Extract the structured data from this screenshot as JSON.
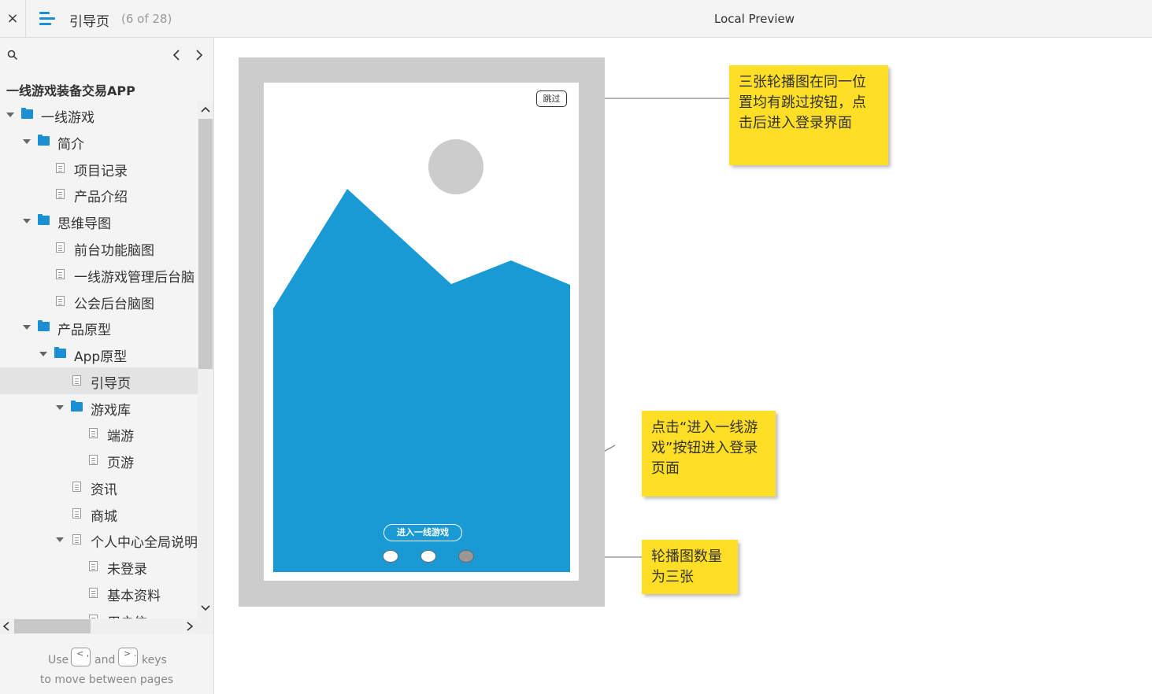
{
  "topbar": {
    "close_symbol": "×",
    "page_title": "引导页",
    "page_count": "(6 of 28)",
    "preview_title": "Local Preview"
  },
  "sidebar": {
    "project_title": "一线游戏装备交易APP",
    "tree": [
      {
        "label": "一线游戏",
        "type": "folder",
        "expanded": true
      },
      {
        "label": "简介",
        "type": "folder",
        "expanded": true
      },
      {
        "label": "项目记录",
        "type": "page"
      },
      {
        "label": "产品介绍",
        "type": "page"
      },
      {
        "label": "思维导图",
        "type": "folder",
        "expanded": true
      },
      {
        "label": "前台功能脑图",
        "type": "page"
      },
      {
        "label": "一线游戏管理后台脑",
        "type": "page"
      },
      {
        "label": "公会后台脑图",
        "type": "page"
      },
      {
        "label": "产品原型",
        "type": "folder",
        "expanded": true
      },
      {
        "label": "App原型",
        "type": "folder",
        "expanded": true
      },
      {
        "label": "引导页",
        "type": "page",
        "selected": true
      },
      {
        "label": "游戏库",
        "type": "folder",
        "expanded": true
      },
      {
        "label": "端游",
        "type": "page"
      },
      {
        "label": "页游",
        "type": "page"
      },
      {
        "label": "资讯",
        "type": "page"
      },
      {
        "label": "商城",
        "type": "page"
      },
      {
        "label": "个人中心全局说明",
        "type": "page",
        "expanded": true
      },
      {
        "label": "未登录",
        "type": "page"
      },
      {
        "label": "基本资料",
        "type": "page"
      },
      {
        "label": "用户信",
        "type": "page"
      }
    ],
    "hint": {
      "use": "Use",
      "and": "and",
      "keys": "keys",
      "line2": "to move between pages",
      "key_prev": "< ,",
      "key_next": "> ."
    }
  },
  "prototype": {
    "skip_label": "跳过",
    "enter_label": "进入一线游戏",
    "carousel_count": 3,
    "active_dot": 3,
    "image_color": "#1a9ad4",
    "sun_color": "#cccccc"
  },
  "notes": [
    {
      "text": "三张轮播图在同一位置均有跳过按钮，点击后进入登录界面"
    },
    {
      "text": "点击“进入一线游戏”按钮进入登录页面"
    },
    {
      "text": "轮播图数量为三张"
    }
  ],
  "colors": {
    "accent": "#1a8fd4",
    "note_bg": "#ffdf25",
    "device_frame": "#cccccc"
  }
}
